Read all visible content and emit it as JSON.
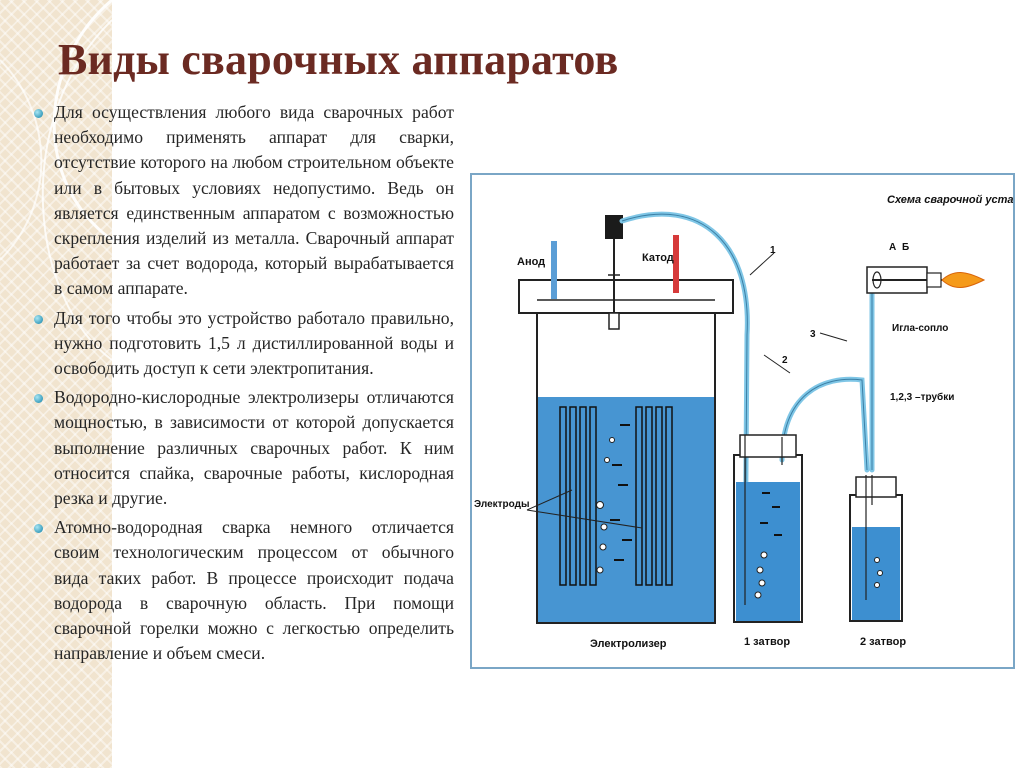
{
  "title": "Виды сварочных аппаратов",
  "paragraphs": [
    "Для осуществления любого вида сварочных работ необходимо применять аппарат для сварки, отсутствие которого на любом строительном объекте или в бытовых условиях недопустимо. Ведь он является единственным аппаратом с возможностью скрепления изделий из металла. Сварочный аппарат работает за счет водорода, который вырабатывается в самом аппарате.",
    "Для того чтобы это устройство работало правильно, нужно подготовить 1,5 л дистиллированной воды и освободить доступ к сети электропитания.",
    "Водородно-кислородные электролизеры отличаются мощностью, в зависимости от которой допускается выполнение различных сварочных работ. К ним относится спайка, сварочные работы, кислородная резка и другие.",
    "Атомно-водородная сварка немного отличается своим технологическим процессом от обычного вида таких работ. В процессе происходит подача водорода в сварочную область. При помощи сварочной горелки можно с легкостью определить направление и объем смеси."
  ],
  "diagram": {
    "caption": "Схема сварочной установки.",
    "anode": "Анод",
    "cathode": "Катод",
    "electrodes": "Электроды",
    "electrolyzer": "Электролизер",
    "valve1": "1 затвор",
    "valve2": "2 затвор",
    "nozzle": "Игла-сопло",
    "tubes": "1,2,3 –трубки",
    "label_a": "А",
    "label_b": "Б",
    "num1": "1",
    "num2": "2",
    "num3": "3",
    "colors": {
      "water": "#3d8fd0",
      "tube": "#7fc6e6",
      "anode": "#5b9ed6",
      "cathode": "#d63a3a",
      "flame": "#f59a1a"
    }
  }
}
